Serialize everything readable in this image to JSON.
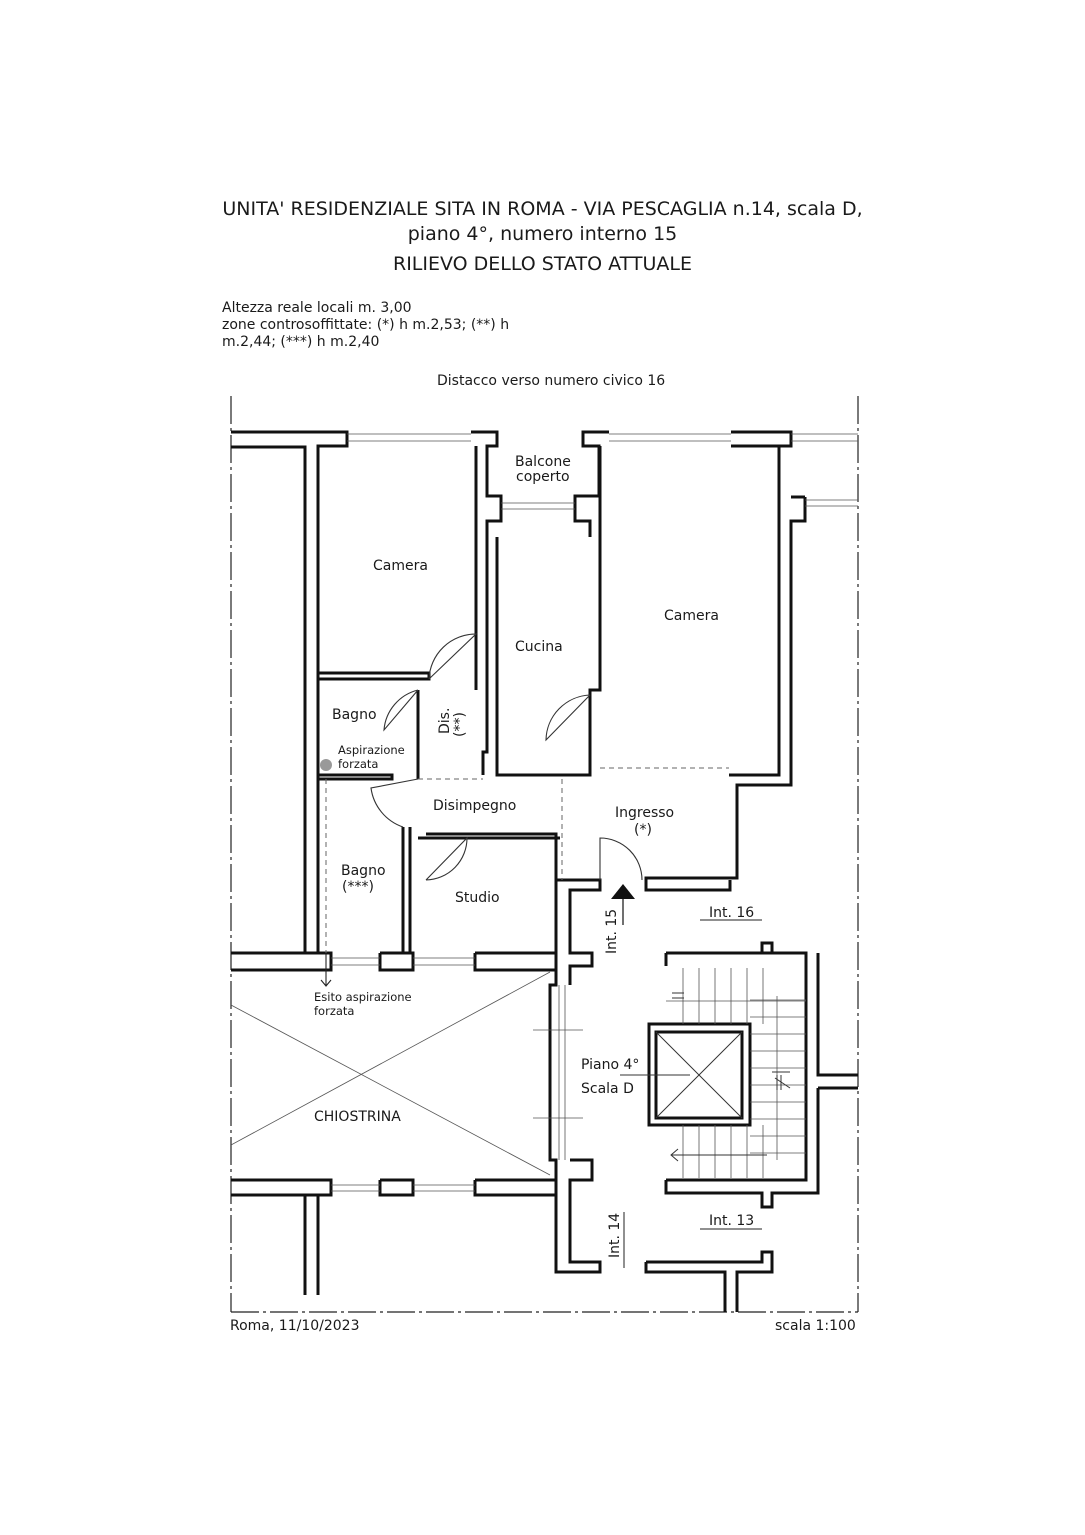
{
  "header": {
    "title_line1": "UNITA' RESIDENZIALE SITA IN ROMA - VIA PESCAGLIA n.14, scala D,",
    "title_line2": "piano 4°, numero interno 15",
    "subtitle": "RILIEVO DELLO STATO ATTUALE"
  },
  "notes": {
    "line1": "Altezza reale locali m. 3,00",
    "line2": "zone controsoffittate: (*) h m.2,53; (**) h",
    "line3": "m.2,44; (***) h m.2,40"
  },
  "top_label": "Distacco verso numero civico 16",
  "rooms": {
    "balcone_1": "Balcone",
    "balcone_2": "coperto",
    "camera_left": "Camera",
    "camera_right": "Camera",
    "cucina": "Cucina",
    "bagno_upper": "Bagno",
    "dis_1": "Dis.",
    "dis_2": "(**)",
    "aspirazione_1": "Aspirazione",
    "aspirazione_2": "forzata",
    "disimpegno": "Disimpegno",
    "ingresso_1": "Ingresso",
    "ingresso_2": "(*)",
    "bagno_lower_1": "Bagno",
    "bagno_lower_2": "(***)",
    "studio": "Studio",
    "int15": "Int. 15",
    "int16": "Int. 16",
    "int14": "Int. 14",
    "int13": "Int. 13",
    "esito_1": "Esito aspirazione",
    "esito_2": "forzata",
    "piano": "Piano 4°",
    "scala": "Scala D",
    "chiostrina": "CHIOSTRINA"
  },
  "footer": {
    "left": "Roma, 11/10/2023",
    "right": "scala 1:100"
  }
}
